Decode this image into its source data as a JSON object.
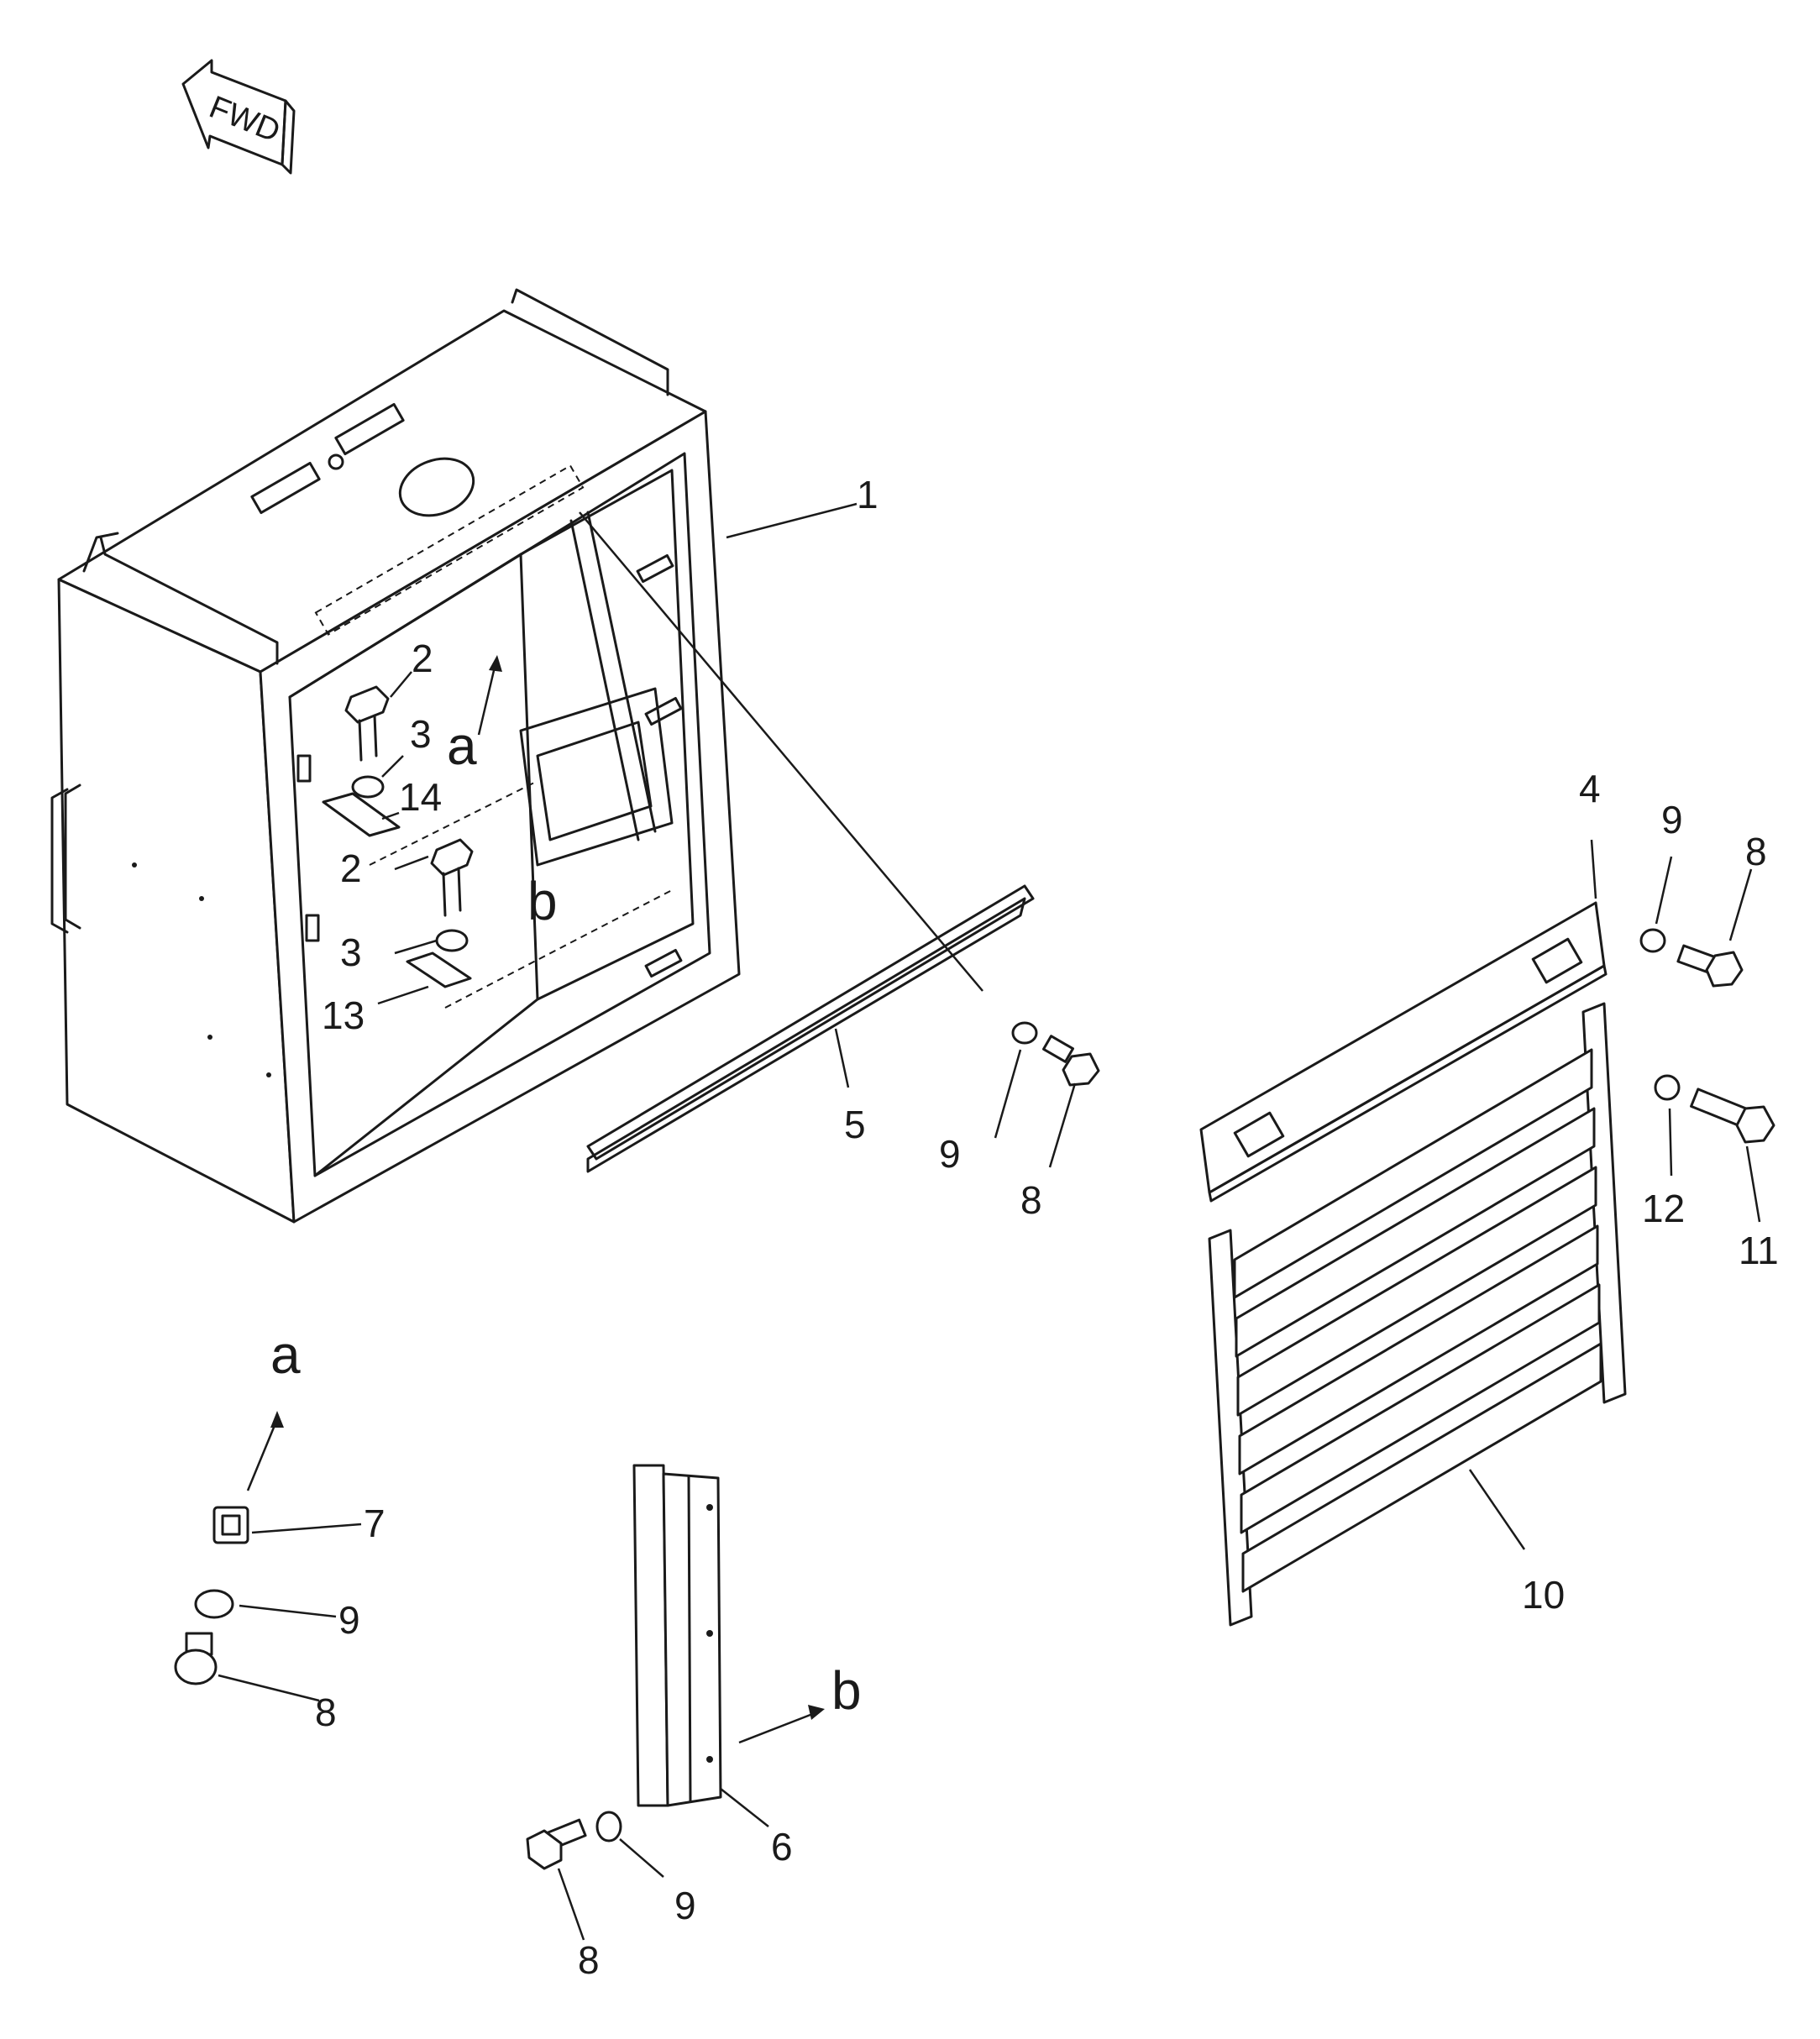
{
  "fwd_label": "FWD",
  "callouts": {
    "c1": "1",
    "c2a": "2",
    "c3a": "3",
    "c14": "14",
    "c2b": "2",
    "c3b": "3",
    "c13": "13",
    "c5": "5",
    "c9a": "9",
    "c8a": "8",
    "c4": "4",
    "c9b": "9",
    "c8b": "8",
    "c12": "12",
    "c11": "11",
    "c10": "10",
    "c7": "7",
    "c9c": "9",
    "c8c": "8",
    "c6": "6",
    "c9d": "9",
    "c8d": "8"
  },
  "detail_refs": {
    "a_main": "a",
    "b_main": "b",
    "a_detail": "a",
    "b_detail": "b"
  }
}
